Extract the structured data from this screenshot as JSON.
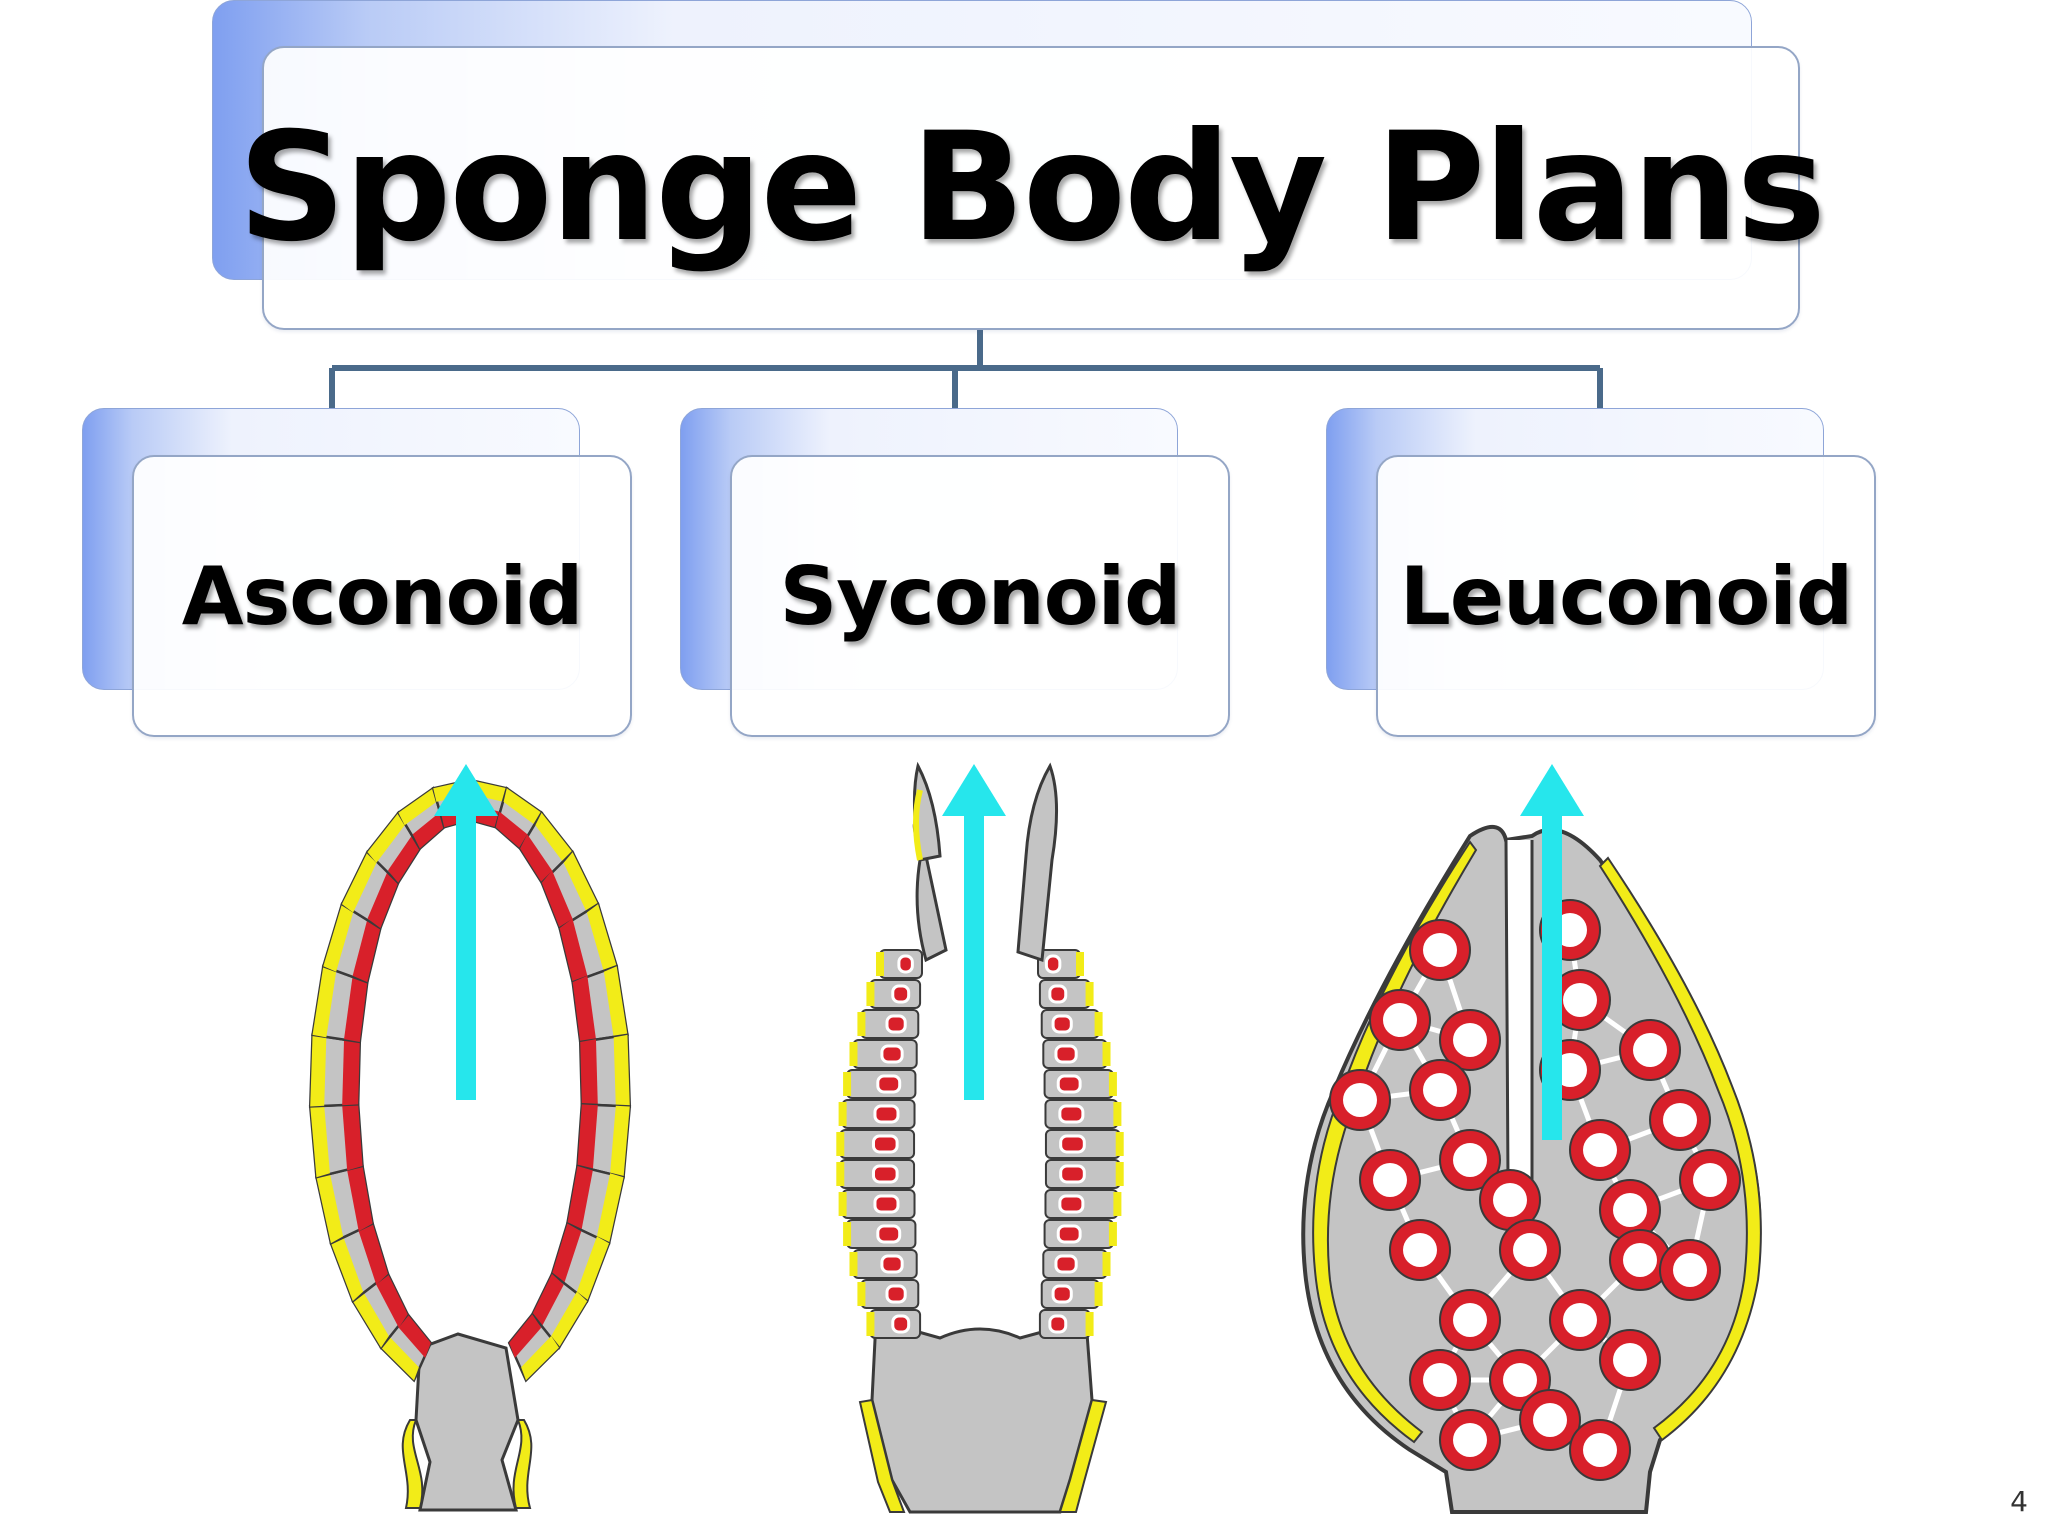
{
  "diagram": {
    "title": "Sponge Body Plans",
    "types": [
      {
        "label": "Asconoid"
      },
      {
        "label": "Syconoid"
      },
      {
        "label": "Leuconoid"
      }
    ]
  },
  "slide_number": "4",
  "colors": {
    "tissue": "#c4c4c4",
    "outline": "#3a3a3a",
    "pinacoderm": "#f2ec18",
    "choanocytes": "#d8202a",
    "water_flow_arrow": "#26e6ec",
    "connector": "#4a6a8a"
  }
}
